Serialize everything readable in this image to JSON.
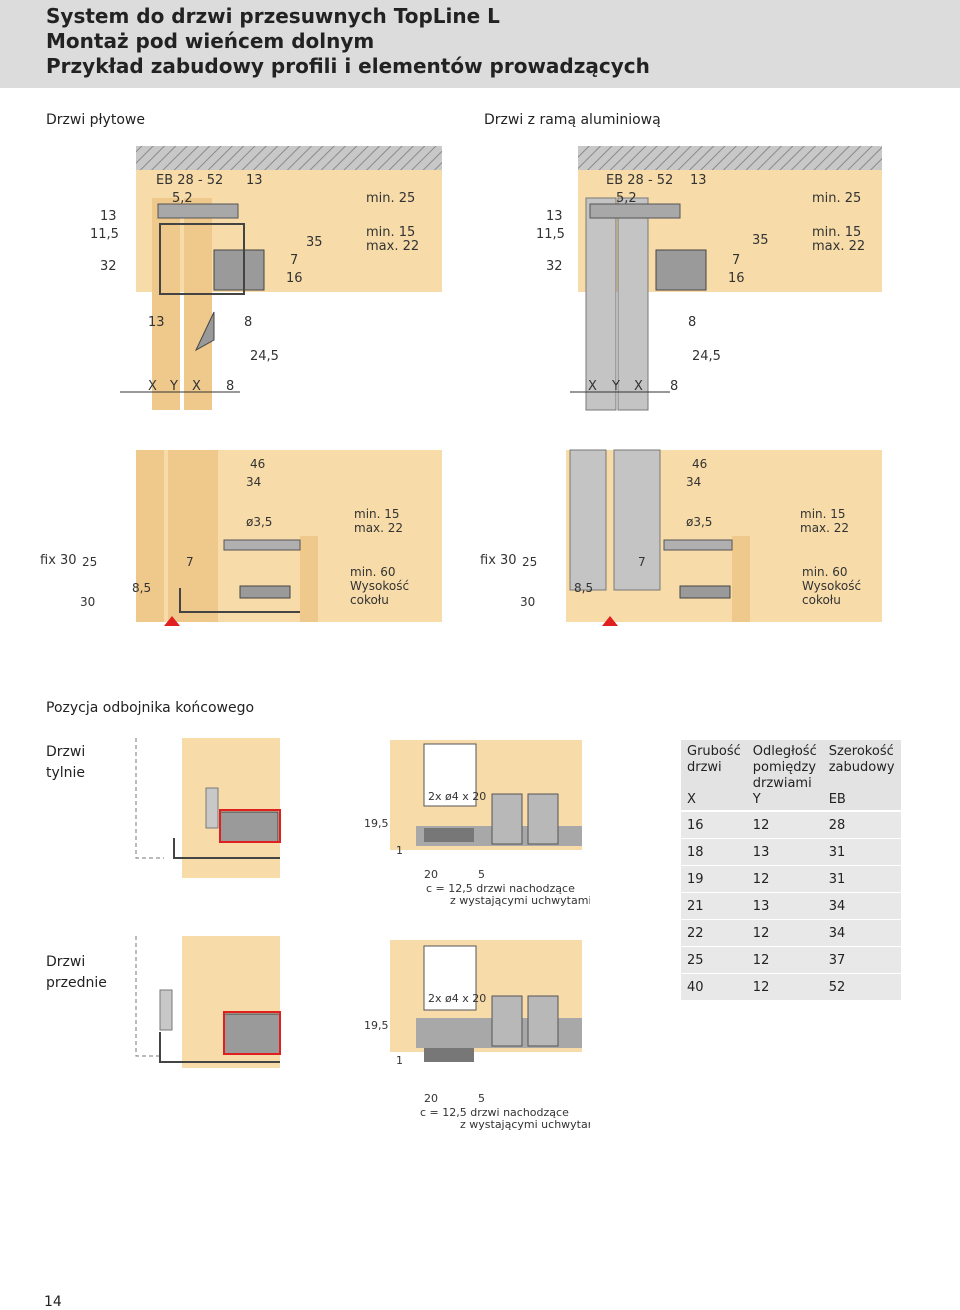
{
  "header": {
    "line1": "System do drzwi przesuwnych TopLine L",
    "line2": "Montaż pod wieńcem dolnym",
    "line3": "Przykład zabudowy profili i elementów prowadzących"
  },
  "sections": {
    "left_title": "Drzwi płytowe",
    "right_title": "Drzwi z ramą aluminiową",
    "stopper_title": "Pozycja odbojnika końcowego",
    "rear_door": [
      "Drzwi",
      "tylnie"
    ],
    "front_door": [
      "Drzwi",
      "przednie"
    ]
  },
  "top_dims": {
    "eb": "EB 28 - 52",
    "d52": "5,2",
    "d13": "13",
    "d115": "11,5",
    "d32": "32",
    "d35": "35",
    "d7": "7",
    "d16": "16",
    "min25": "min. 25",
    "min15": "min. 15",
    "max22": "max. 22",
    "d8": "8",
    "d245": "24,5",
    "X": "X",
    "Y": "Y"
  },
  "bottom_dims": {
    "d46": "46",
    "d34": "34",
    "dia": "ø3,5",
    "min15": "min. 15",
    "max22": "max. 22",
    "fix": "fix 30",
    "d25": "25",
    "d30": "30",
    "d85": "8,5",
    "d7": "7",
    "min60": "min. 60",
    "wys": "Wysokość",
    "cok": "cokołu"
  },
  "stopper": {
    "screw": "2x ø4 x 20",
    "d195": "19,5",
    "d1": "1",
    "d20": "20",
    "d5": "5",
    "note1": "c = 12,5 drzwi nachodzące",
    "note2": "z wystającymi uchwytami"
  },
  "table": {
    "headers": [
      [
        "Grubość",
        "drzwi",
        "",
        "X"
      ],
      [
        "Odległość",
        "pomiędzy",
        "drzwiami",
        "Y"
      ],
      [
        "Szerokość",
        "zabudowy",
        "",
        "EB"
      ]
    ],
    "rows": [
      [
        "16",
        "12",
        "28"
      ],
      [
        "18",
        "13",
        "31"
      ],
      [
        "19",
        "12",
        "31"
      ],
      [
        "21",
        "13",
        "34"
      ],
      [
        "22",
        "12",
        "34"
      ],
      [
        "25",
        "12",
        "37"
      ],
      [
        "40",
        "12",
        "52"
      ]
    ]
  },
  "page_number": "14",
  "colors": {
    "wood": "#f7dcaa",
    "wood_dark": "#efc88c",
    "header_bg": "#dcdcdc",
    "alu": "#b8b8b8",
    "table_bg": "#e8e8e8",
    "accent_red": "#e02020"
  }
}
